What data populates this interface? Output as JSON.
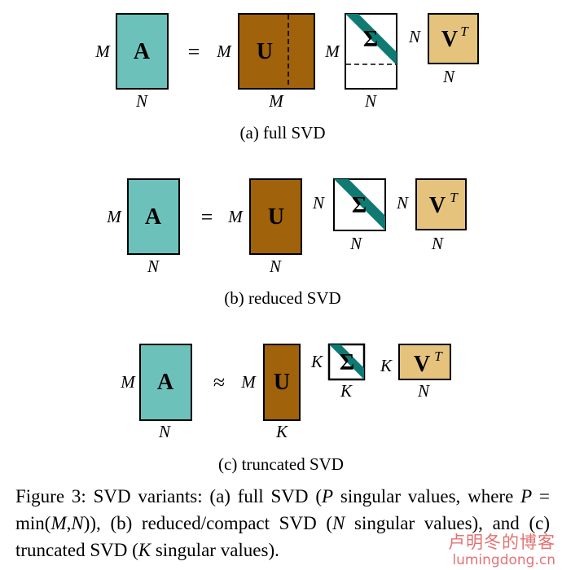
{
  "colors": {
    "teal": "#6cc2bb",
    "brown": "#a0620a",
    "sand": "#e5c37d",
    "diag": "#0e7a72",
    "white": "#ffffff",
    "stroke": "#000000",
    "watermark": "#e05a5a"
  },
  "panels": [
    {
      "caption": "(a)  full SVD",
      "relation": "=",
      "A": {
        "name": "A",
        "left": "M",
        "bottom": "N"
      },
      "U": {
        "name": "U",
        "left": "M",
        "bottom": "M"
      },
      "S": {
        "name": "Σ",
        "left": "M",
        "bottom": "N"
      },
      "V": {
        "name": "V",
        "sup": "T",
        "left": "N",
        "bottom": "N"
      }
    },
    {
      "caption": "(b)  reduced SVD",
      "relation": "=",
      "A": {
        "name": "A",
        "left": "M",
        "bottom": "N"
      },
      "U": {
        "name": "U",
        "left": "M",
        "bottom": "N"
      },
      "S": {
        "name": "Σ",
        "left": "N",
        "bottom": "N"
      },
      "V": {
        "name": "V",
        "sup": "T",
        "left": "N",
        "bottom": "N"
      }
    },
    {
      "caption": "(c)  truncated SVD",
      "relation": "≈",
      "A": {
        "name": "A",
        "left": "M",
        "bottom": "N"
      },
      "U": {
        "name": "U",
        "left": "M",
        "bottom": "K"
      },
      "S": {
        "name": "Σ",
        "left": "K",
        "bottom": "K"
      },
      "V": {
        "name": "V",
        "sup": "T",
        "left": "K",
        "bottom": "N"
      }
    }
  ],
  "figure_caption": {
    "label": "Figure 3: SVD variants: (a) full SVD (",
    "p": "P",
    "t1": " singular values, where ",
    "p2": "P",
    "t2": " = min(",
    "m": "M",
    "comma": ",",
    "n": "N",
    "t3": ")), (b) reduced/compact SVD (",
    "n2": "N",
    "t4": " singular values), and (c) truncated SVD (",
    "k": "K",
    "t5": " singular values)."
  },
  "watermark": {
    "cn": "卢明冬的博客",
    "url": "lumingdong.cn"
  }
}
